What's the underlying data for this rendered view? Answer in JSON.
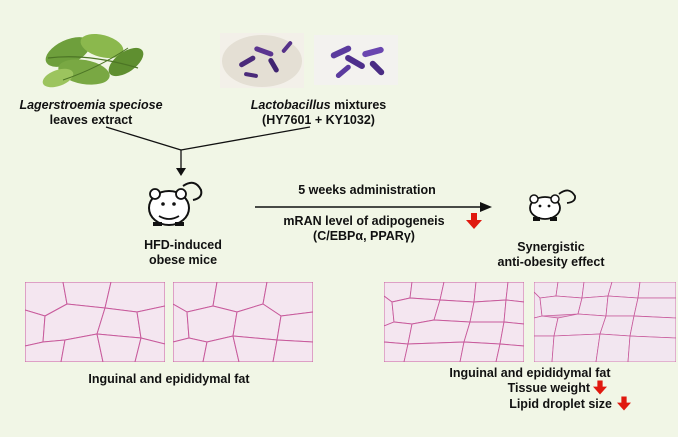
{
  "colors": {
    "background": "#f1f6e6",
    "text": "#111111",
    "down_arrow": "#e0190f",
    "histology_pink": "#e8c4dc",
    "histology_stroke": "#c85b9c"
  },
  "icons": [
    "leaf-icon",
    "bacteria-icon",
    "mouse-icon",
    "down-arrow-icon"
  ],
  "ingredients": {
    "plant_name": "Lagerstroemia speciose",
    "plant_suffix": "leaves extract",
    "bacteria_name": "Lactobacillus",
    "bacteria_suffix": " mixtures",
    "bacteria_strains": "(HY7601 + KY1032)"
  },
  "model": {
    "line1": "HFD-induced",
    "line2": "obese mice"
  },
  "treatment": {
    "duration": "5 weeks administration",
    "mrna_line1": "mRAN level of adipogeneis",
    "mrna_line2": "(C/EBPα, PPARγ)"
  },
  "outcome": {
    "line1": "Synergistic",
    "line2": "anti-obesity effect"
  },
  "captions": {
    "left_fat": "Inguinal and epididymal fat",
    "right_fat": "Inguinal and epididymal fat",
    "tissue_weight": "Tissue weight",
    "lipid_droplet": "Lipid droplet size"
  }
}
